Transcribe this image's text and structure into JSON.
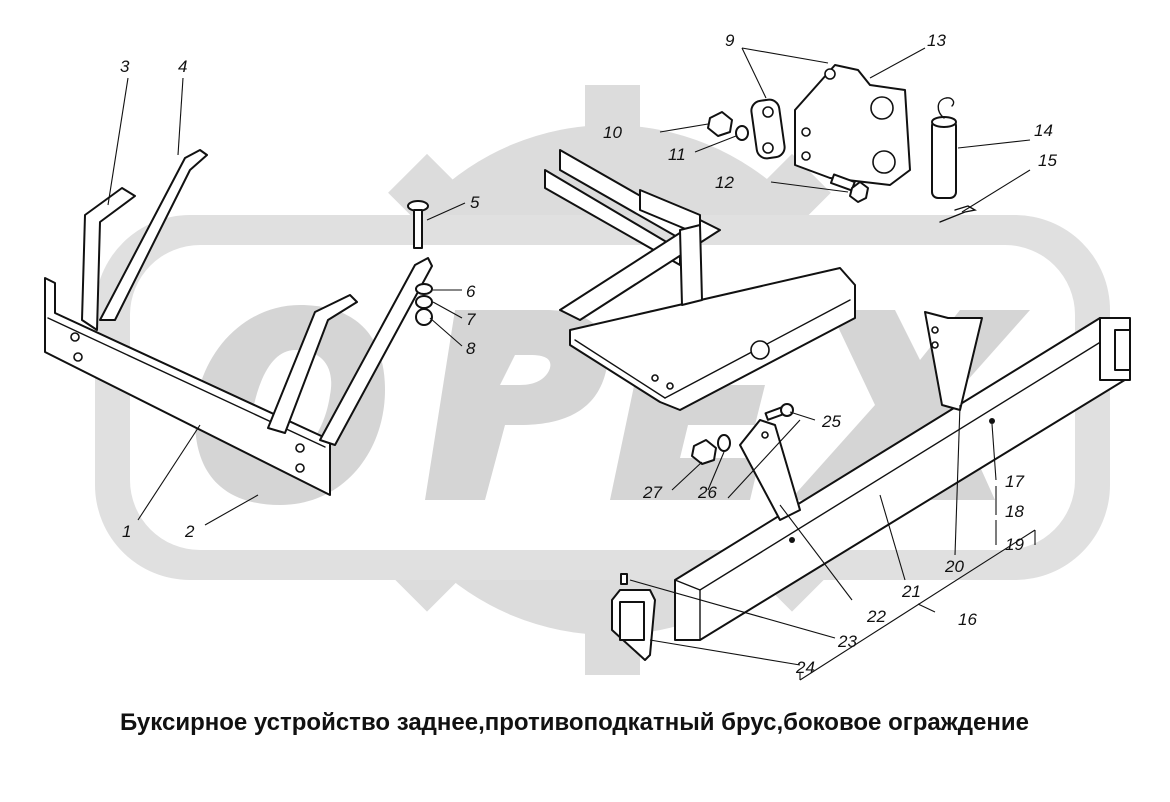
{
  "caption": "Буксирное устройство заднее,противоподкатный брус,боковое ограждение",
  "watermark": {
    "text": "OPEX",
    "color": "#d9d9d9"
  },
  "callouts": {
    "c1": "1",
    "c2": "2",
    "c3": "3",
    "c4": "4",
    "c5": "5",
    "c6": "6",
    "c7": "7",
    "c8": "8",
    "c9": "9",
    "c10": "10",
    "c11": "11",
    "c12": "12",
    "c13": "13",
    "c14": "14",
    "c15": "15",
    "c16": "16",
    "c17": "17",
    "c18": "18",
    "c19": "19",
    "c20": "20",
    "c21": "21",
    "c22": "22",
    "c23": "23",
    "c24": "24",
    "c25": "25",
    "c26": "26",
    "c27": "27"
  }
}
